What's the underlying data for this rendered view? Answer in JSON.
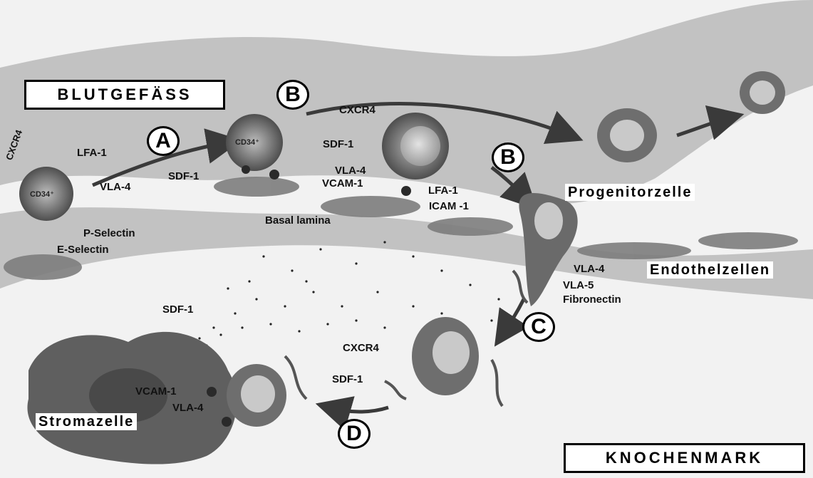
{
  "regions": {
    "vessel": "BLUTGEFÄSS",
    "marrow": "KNOCHENMARK"
  },
  "cells": {
    "progenitor": "Progenitorzelle",
    "endothelial": "Endothelzellen",
    "stroma": "Stromazelle"
  },
  "steps": [
    "A",
    "B",
    "B",
    "C",
    "D"
  ],
  "molecules": {
    "cxcr4_left": "CXCR4",
    "lfa1_left": "LFA-1",
    "cd34_left": "CD34⁺",
    "vla4_left": "VLA-4",
    "sdf1_left": "SDF-1",
    "p_selectin": "P-Selectin",
    "e_selectin": "E-Selectin",
    "cd34_mid": "CD34⁺",
    "cxcr4_top": "CXCR4",
    "sdf1_mid": "SDF-1",
    "vla4_mid": "VLA-4",
    "vcam1_mid": "VCAM-1",
    "lfa1_mid": "LFA-1",
    "icam1": "ICAM -1",
    "basal_lamina": "Basal lamina",
    "vla4_right": "VLA-4",
    "vla5": "VLA-5",
    "fibronectin": "Fibronectin",
    "sdf1_bottom": "SDF-1",
    "cxcr4_bottom": "CXCR4",
    "sdf1_bottom2": "SDF-1",
    "vcam1_bottom": "VCAM-1",
    "vla4_bottom": "VLA-4"
  },
  "colors": {
    "background": "#f2f2f2",
    "vessel": "#8a8a8a",
    "cell": "#6e6e6e",
    "nucleus": "#c9c9c9",
    "stroma": "#5a5a5a",
    "arrow": "#4a4a4a"
  }
}
